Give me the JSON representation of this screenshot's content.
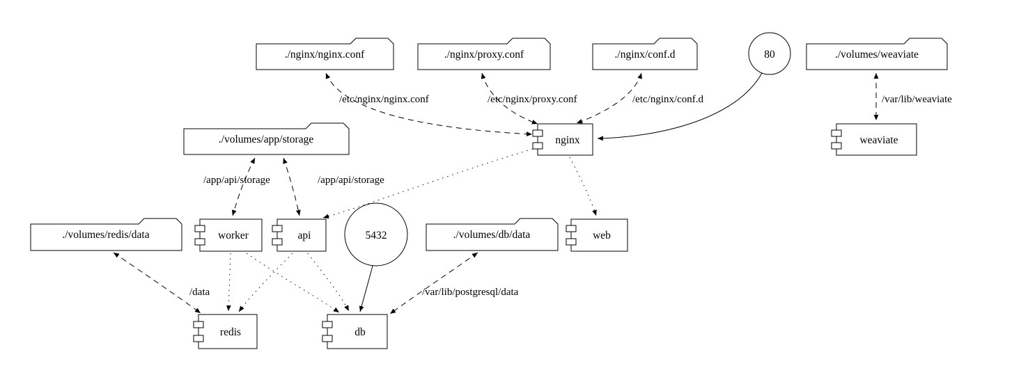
{
  "nodes": {
    "nginx_conf": "./nginx/nginx.conf",
    "proxy_conf": "./nginx/proxy.conf",
    "conf_d": "./nginx/conf.d",
    "port_80": "80",
    "volumes_weaviate": "./volumes/weaviate",
    "app_storage": "./volumes/app/storage",
    "nginx": "nginx",
    "weaviate": "weaviate",
    "redis_data": "./volumes/redis/data",
    "worker": "worker",
    "api": "api",
    "port_5432": "5432",
    "db_data": "./volumes/db/data",
    "web": "web",
    "redis": "redis",
    "db": "db"
  },
  "edge_labels": {
    "nginx_conf_mount": "/etc/nginx/nginx.conf",
    "proxy_conf_mount": "/etc/nginx/proxy.conf",
    "conf_d_mount": "/etc/nginx/conf.d",
    "weaviate_mount": "/var/lib/weaviate",
    "worker_storage_mount": "/app/api/storage",
    "api_storage_mount": "/app/api/storage",
    "redis_mount": "/data",
    "db_mount": "/var/lib/postgresql/data"
  },
  "colors": {
    "line": "#000000",
    "fill": "#ffffff",
    "background": "#ffffff"
  }
}
